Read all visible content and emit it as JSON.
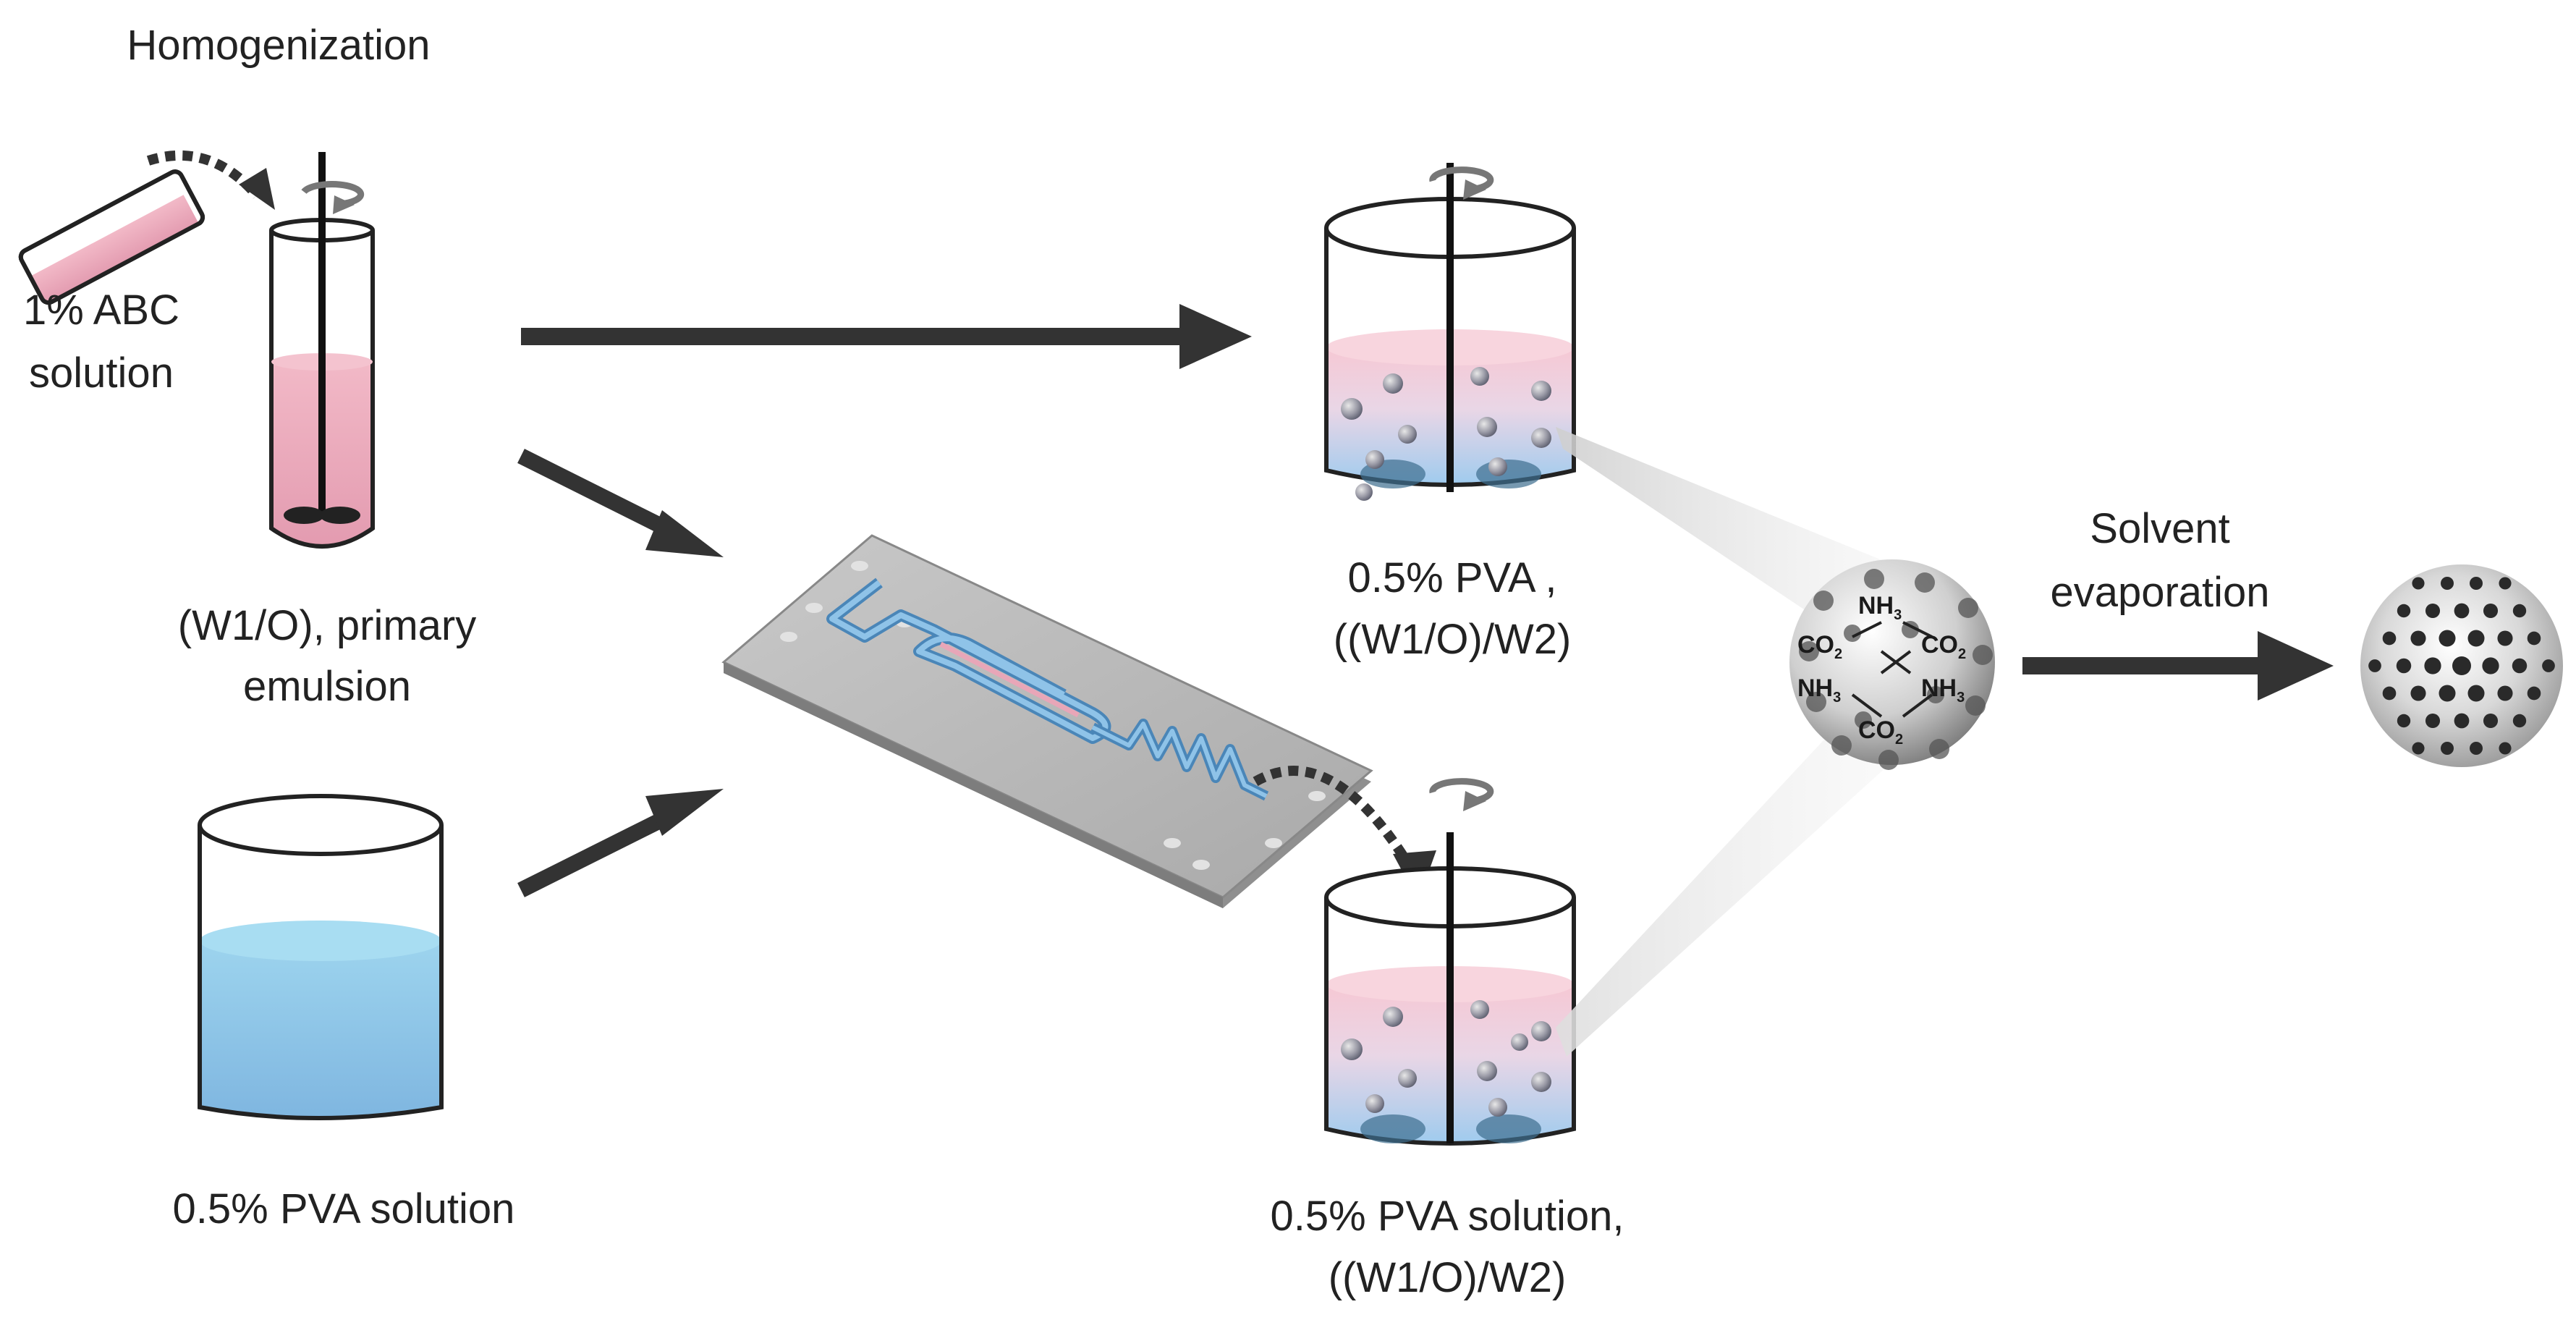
{
  "labels": {
    "homogenization": "Homogenization",
    "abc_line1": "1% ABC",
    "abc_line2": "solution",
    "primary_line1": "(W1/O), primary",
    "primary_line2": "emulsion",
    "pva_solution": "0.5% PVA solution",
    "pva_top_line1": "0.5% PVA ,",
    "pva_top_line2": "((W1/O)/W2)",
    "pva_bottom_line1": "0.5% PVA solution,",
    "pva_bottom_line2": "((W1/O)/W2)",
    "solvent_line1": "Solvent",
    "solvent_line2": "evaporation"
  },
  "chemistry": {
    "nh3": "NH",
    "co2": "CO",
    "sub3": "3",
    "sub2": "2"
  },
  "colors": {
    "pink": "#e8a6b8",
    "blue": "#8ec3e6",
    "dark": "#333333",
    "chip": "#b5b5b5"
  }
}
